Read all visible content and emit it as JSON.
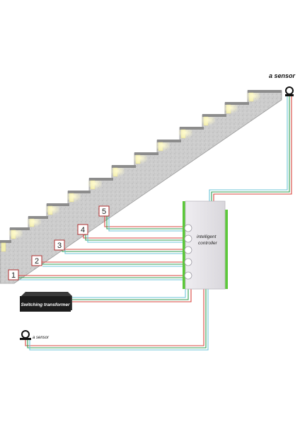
{
  "labels": {
    "sensor_top": "a sensor",
    "sensor_bottom": "a sensor",
    "controller": [
      "intelligent",
      "controller"
    ],
    "transformer": "Switching transformer"
  },
  "step_numbers": [
    "1",
    "2",
    "3",
    "4",
    "5"
  ],
  "colors": {
    "stair_concrete": "#c9c9c9",
    "stair_edge": "#9a9a9a",
    "led_glow": "#f3efb0",
    "controller_body": "#e3e1e5",
    "controller_side": "#5cc83a",
    "wire_red": "#d8443e",
    "wire_green": "#2f9e52",
    "wire_cyan": "#6ec6d9",
    "badge_border": "#b03030",
    "transformer_body": "#1c1c1c"
  },
  "icons": [
    "sensor-icon",
    "led-light-icon"
  ]
}
